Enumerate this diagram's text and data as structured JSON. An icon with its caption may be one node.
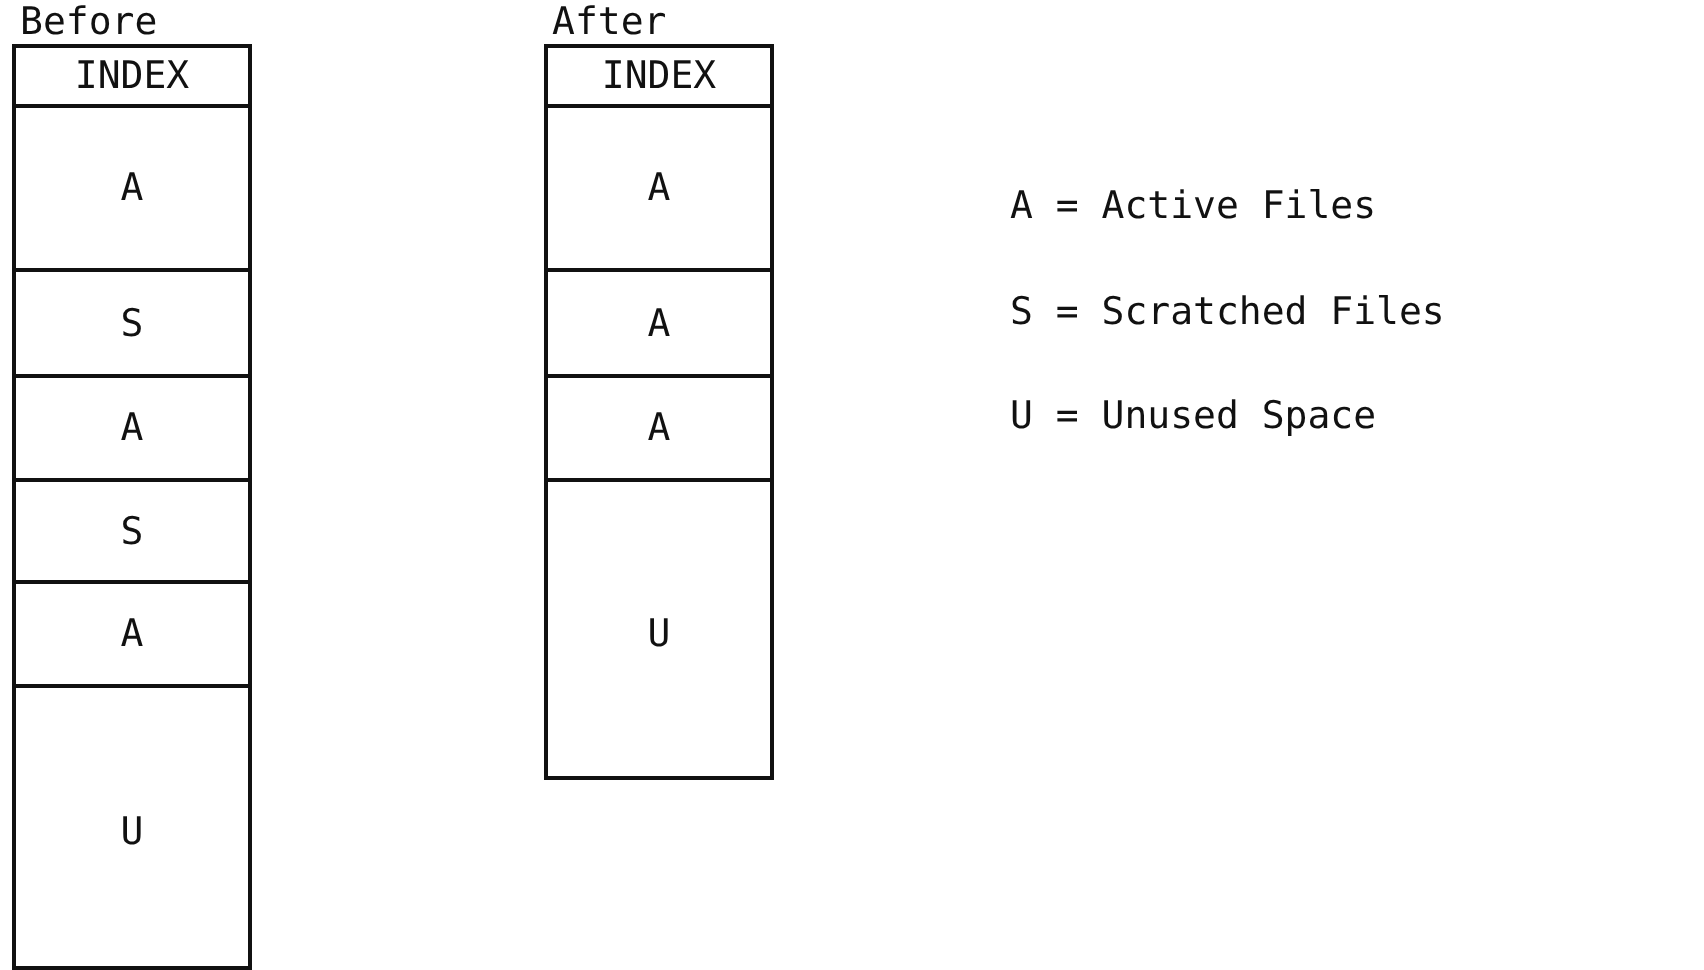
{
  "diagram": {
    "nodes": [
      {
        "text": [
          "Before"
        ]
      },
      {
        "text": [
          "INDEX"
        ],
        "in": 0
      },
      {
        "text": [
          "A"
        ],
        "in": 0
      },
      {
        "text": [
          "S"
        ],
        "in": 0
      },
      {
        "text": [
          "A"
        ],
        "in": 0
      },
      {
        "text": [
          "S"
        ],
        "in": 0
      },
      {
        "text": [
          "A"
        ],
        "in": 0
      },
      {
        "text": [
          "U"
        ],
        "in": 0
      },
      {
        "text": [
          "After"
        ]
      },
      {
        "text": [
          "INDEX"
        ],
        "in": 8
      },
      {
        "text": [
          "A"
        ],
        "in": 8
      },
      {
        "text": [
          "A"
        ],
        "in": 8
      },
      {
        "text": [
          "A"
        ],
        "in": 8
      },
      {
        "text": [
          "U"
        ],
        "in": 8
      }
    ],
    "labels": [
      "A = Active Files",
      "S = Scratched Files",
      "U = Unused Space"
    ]
  }
}
